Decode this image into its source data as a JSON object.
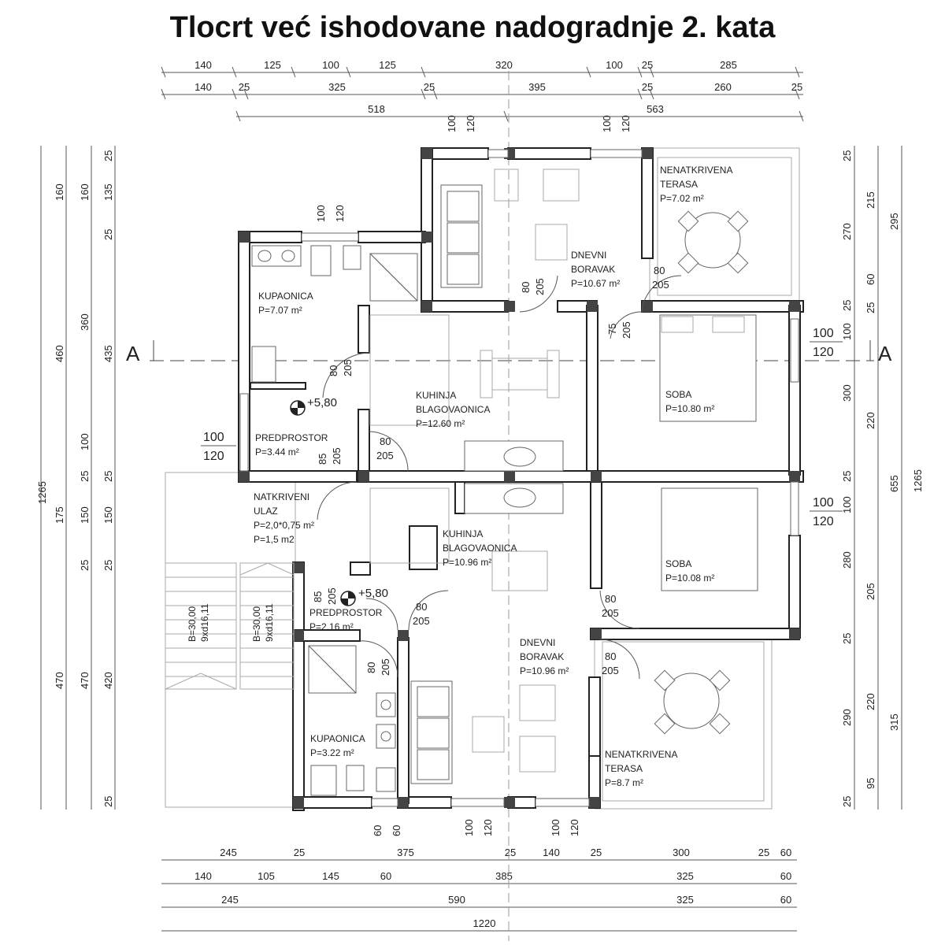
{
  "title": "Tlocrt već ishodovane nadogradnje 2. kata",
  "section_label": "A",
  "top_dims": {
    "row1": [
      "140",
      "125",
      "100",
      "125",
      "320",
      "100",
      "25",
      "285"
    ],
    "row2": [
      "140",
      "25",
      "325",
      "25",
      "395",
      "25",
      "260",
      "25"
    ],
    "row3": [
      "518",
      "563"
    ],
    "window_tops": [
      "100",
      "120",
      "100",
      "120"
    ]
  },
  "bottom_dims": {
    "row1": [
      "245",
      "25",
      "375",
      "25",
      "140",
      "25",
      "300",
      "25",
      "60"
    ],
    "row2": [
      "140",
      "105",
      "145",
      "60",
      "385",
      "325",
      "60"
    ],
    "row3": [
      "245",
      "590",
      "325",
      "60"
    ],
    "total": "1220",
    "window_bottoms": [
      "60",
      "60",
      "100",
      "120",
      "100",
      "120"
    ]
  },
  "left_dims": {
    "col1": [
      "1265"
    ],
    "col2": [
      "160",
      "460",
      "175",
      "470"
    ],
    "col3": [
      "160",
      "360",
      "100",
      "25",
      "150",
      "25",
      "470"
    ],
    "col4": [
      "25",
      "135",
      "25",
      "435",
      "25",
      "150",
      "25",
      "420",
      "25"
    ]
  },
  "right_dims": {
    "col1": [
      "25",
      "270",
      "25",
      "100",
      "300",
      "25",
      "100",
      "280",
      "25",
      "290",
      "25"
    ],
    "col2": [
      "215",
      "60",
      "25",
      "220",
      "655",
      "205",
      "220",
      "95"
    ],
    "col3": [
      "295",
      "1265",
      "315"
    ]
  },
  "rooms": {
    "terasa_top": {
      "line1": "NENATKRIVENA",
      "line2": "TERASA",
      "area": "P=7.02 m²"
    },
    "boravak_top": {
      "line1": "DNEVNI",
      "line2": "BORAVAK",
      "area": "P=10.67 m²"
    },
    "kupaonica_top": {
      "line1": "KUPAONICA",
      "area": "P=7.07 m²"
    },
    "kuhinja_top": {
      "line1": "KUHINJA",
      "line2": "BLAGOVAONICA",
      "area": "P=12.60 m²"
    },
    "soba_top": {
      "line1": "SOBA",
      "area": "P=10.80 m²"
    },
    "predprostor_top": {
      "line1": "PREDPROSTOR",
      "area": "P=3.44 m²"
    },
    "ulaz": {
      "line1": "NATKRIVENI",
      "line2": "ULAZ",
      "line3": "P=2,0*0,75 m²",
      "line4": "P=1,5 m2"
    },
    "kuhinja_bottom": {
      "line1": "KUHINJA",
      "line2": "BLAGOVAONICA",
      "area": "P=10.96 m²"
    },
    "soba_bottom": {
      "line1": "SOBA",
      "area": "P=10.08 m²"
    },
    "predprostor_bottom": {
      "line1": "PREDPROSTOR",
      "area": "P=2.16 m²"
    },
    "boravak_bottom": {
      "line1": "DNEVNI",
      "line2": "BORAVAK",
      "area": "P=10.96 m²"
    },
    "kupaonica_bottom": {
      "line1": "KUPAONICA",
      "area": "P=3.22 m²"
    },
    "terasa_bottom": {
      "line1": "NENATKRIVENA",
      "line2": "TERASA",
      "area": "P=8.7 m²"
    }
  },
  "levels": {
    "upper": "+5,80",
    "lower": "+5,80"
  },
  "side_windows": {
    "left_a": "100",
    "left_b": "120",
    "right1_a": "100",
    "right1_b": "120",
    "right2_a": "100",
    "right2_b": "120",
    "kup_top_a": "100",
    "kup_top_b": "120"
  },
  "doors": {
    "d1_a": "80",
    "d1_b": "205",
    "d2_a": "80",
    "d2_b": "205",
    "d3_a": "75",
    "d3_b": "205",
    "d4_a": "80",
    "d4_b": "205",
    "d5_a": "80",
    "d5_b": "205",
    "d6_a": "85",
    "d6_b": "205",
    "d7_a": "85",
    "d7_b": "205",
    "d8_a": "80",
    "d8_b": "205",
    "d9_a": "80",
    "d9_b": "205",
    "d10_a": "80",
    "d10_b": "205",
    "d11_a": "80",
    "d11_b": "205"
  },
  "stairs": {
    "s1_a": "B=30,00",
    "s1_b": "9xd16,11",
    "s2_a": "B=30,00",
    "s2_b": "9xd16,11"
  }
}
